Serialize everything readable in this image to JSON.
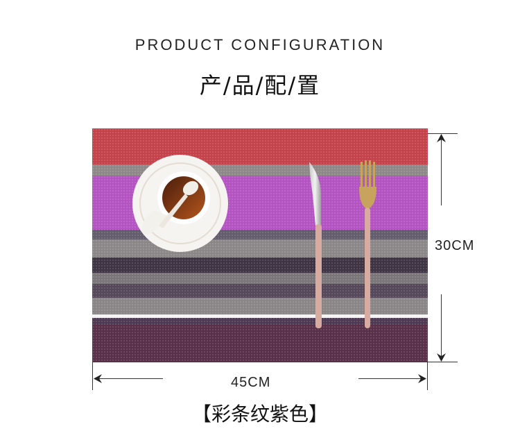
{
  "heading": {
    "en": "PRODUCT CONFIGURATION",
    "cn": "产/品/配/置"
  },
  "dimensions": {
    "height_label": "30CM",
    "width_label": "45CM"
  },
  "caption": "【彩条纹紫色】",
  "colors": {
    "stripe_red": "#c4434a",
    "stripe_grey": "#8e8888",
    "stripe_magenta": "#b454c2",
    "stripe_slate": "#625c6c",
    "stripe_dark": "#3f3444",
    "stripe_white": "#f3f3f3",
    "stripe_plum": "#583049",
    "utensil_gold": "#c8a35e",
    "utensil_pink": "#d9aaa0"
  }
}
